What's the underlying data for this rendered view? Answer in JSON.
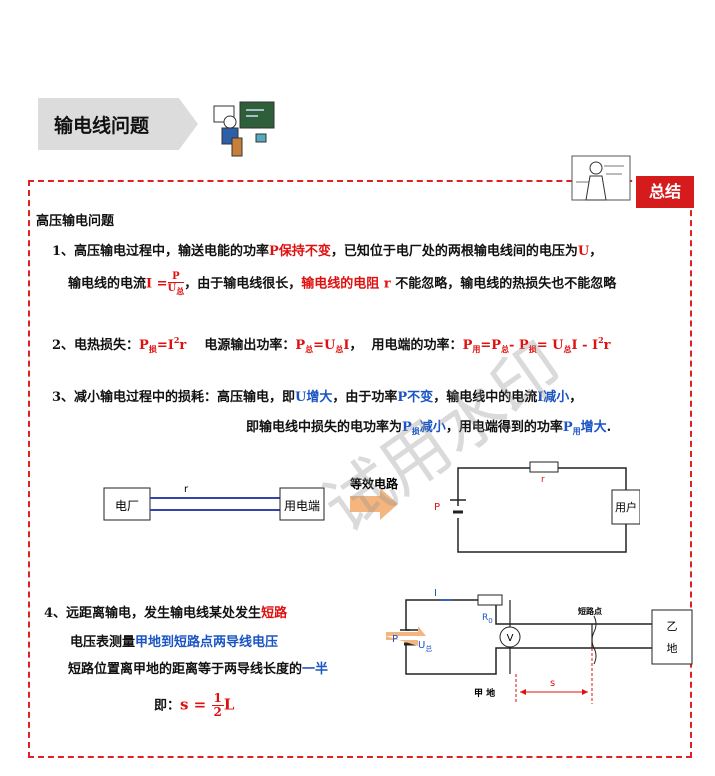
{
  "header": {
    "title": "输电线问题"
  },
  "badge": {
    "label": "总结"
  },
  "section_title": "高压输电问题",
  "item1": {
    "line1_a": "1、高压输电过程中，输送电能的功率",
    "line1_b": "P保持不变",
    "line1_c": "，已知位于电厂处的两根输电线间的电压为",
    "line1_d": "U",
    "line1_e": "，",
    "line2_a": "输电线的电流",
    "line2_b": "I =",
    "frac_num": "P",
    "frac_den": "U",
    "frac_den_sub": "总",
    "line2_c": "，由于输电线很长，",
    "line2_d": "输电线的电阻",
    "line2_e": "r",
    "line2_f": "不能忽略，输电线的热损失也不能忽略"
  },
  "item2": {
    "label_a": "2、电热损失：",
    "f1": "P",
    "f1_sub": "损",
    "f1_b": "=I",
    "f1_sup": "2",
    "f1_c": "r",
    "label_b": "电源输出功率：",
    "f2": "P",
    "f2_sub": "总",
    "f2_b": "=U",
    "f2_sub2": "总",
    "f2_c": "I",
    "label_c": "用电端的功率：",
    "f3": "P",
    "f3_sub": "用",
    "f3_b": "=P",
    "f3_sub2": "总",
    "f3_c": "- P",
    "f3_sub3": "损",
    "f3_d": "= U",
    "f3_sub4": "总",
    "f3_e": "I - I",
    "f3_sup": "2",
    "f3_f": "r"
  },
  "item3": {
    "line1_a": "3、减小输电过程中的损耗：高压输电，即",
    "line1_b": "U增大",
    "line1_c": "，由于功率",
    "line1_d": "P不变",
    "line1_e": "，输电线中的电流",
    "line1_f": "I减小",
    "line1_g": "，",
    "line2_a": "即输电线中损失的电功率为",
    "line2_b": "P",
    "line2_sub": "损",
    "line2_c": "减小",
    "line2_d": "，用电端得到的功率",
    "line2_e": "P",
    "line2_sub2": "用",
    "line2_f": "增大",
    "line2_g": "."
  },
  "diagram1": {
    "plant": "电厂",
    "r": "r",
    "user_end": "用电端",
    "arrow_label": "等效电路",
    "P": "P",
    "r2": "r",
    "user": "用户"
  },
  "item4": {
    "line1_a": "4、远距离输电，发生输电线",
    "line1_b": "某处发生",
    "line1_c": "短路",
    "line2_a": "电压表测量",
    "line2_b": "甲地到短路点两",
    "line2_c": "导线电压",
    "line3_a": "短路位置离甲地的距离等于",
    "line3_b": "两",
    "line3_c": "导线长度的",
    "line3_d": "一半",
    "formula_label": "即：",
    "formula_s": "s =",
    "frac_num": "1",
    "frac_den": "2",
    "formula_L": "L"
  },
  "diagram2": {
    "I": "I",
    "R0": "R",
    "R0_sub": "0",
    "V": "V",
    "P": "P",
    "U": "U",
    "U_sub": "总",
    "short_point": "短路点",
    "site_a": "甲 地",
    "site_b1": "乙",
    "site_b2": "地",
    "s": "s"
  },
  "watermark": "试用水印"
}
